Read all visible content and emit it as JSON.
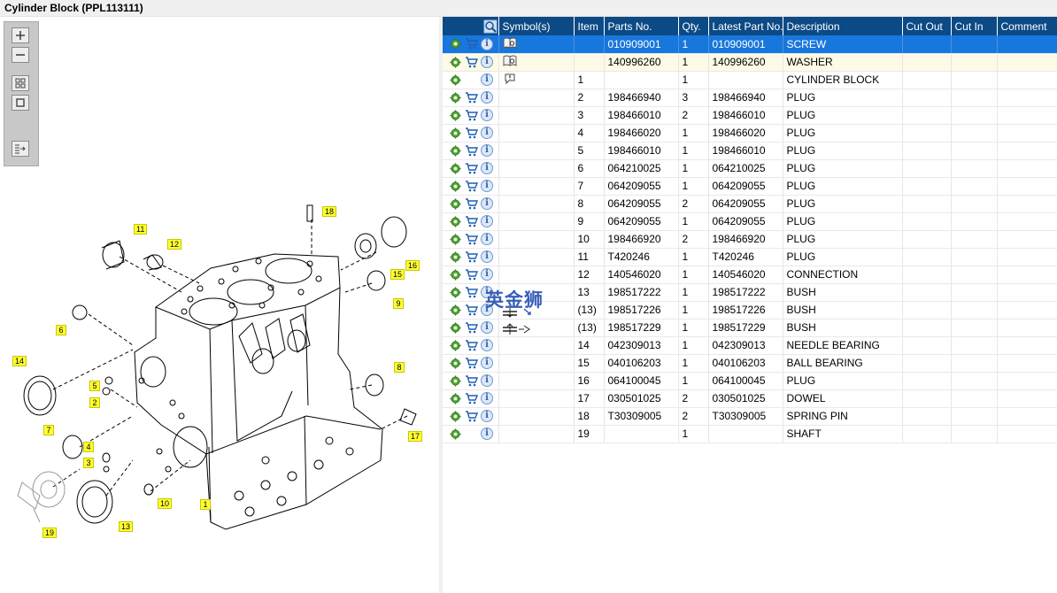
{
  "window": {
    "title": "Cylinder Block (PPL113111)"
  },
  "zoom_toolbar": {
    "buttons": [
      "zoom-in",
      "zoom-out",
      "fit-all",
      "fit-page",
      "export-list"
    ]
  },
  "drawing": {
    "callouts": [
      "1",
      "2",
      "3",
      "4",
      "5",
      "6",
      "7",
      "8",
      "9",
      "10",
      "11",
      "12",
      "13",
      "14",
      "15",
      "16",
      "17",
      "18",
      "19"
    ]
  },
  "table": {
    "headers": [
      "",
      "Symbol(s)",
      "Item",
      "Parts No.",
      "Qty.",
      "Latest Part No.",
      "Description",
      "Cut Out",
      "Cut In",
      "Comment"
    ],
    "rows": [
      {
        "item": "",
        "part": "010909001",
        "qty": "1",
        "latest": "010909001",
        "desc": "SCREW",
        "sym": "book",
        "cart": true,
        "selected": true
      },
      {
        "item": "",
        "part": "140996260",
        "qty": "1",
        "latest": "140996260",
        "desc": "WASHER",
        "sym": "book",
        "cart": true,
        "highlight": true
      },
      {
        "item": "1",
        "part": "",
        "qty": "1",
        "latest": "",
        "desc": "CYLINDER BLOCK",
        "sym": "note",
        "cart": false
      },
      {
        "item": "2",
        "part": "198466940",
        "qty": "3",
        "latest": "198466940",
        "desc": "PLUG",
        "sym": "",
        "cart": true
      },
      {
        "item": "3",
        "part": "198466010",
        "qty": "2",
        "latest": "198466010",
        "desc": "PLUG",
        "sym": "",
        "cart": true
      },
      {
        "item": "4",
        "part": "198466020",
        "qty": "1",
        "latest": "198466020",
        "desc": "PLUG",
        "sym": "",
        "cart": true
      },
      {
        "item": "5",
        "part": "198466010",
        "qty": "1",
        "latest": "198466010",
        "desc": "PLUG",
        "sym": "",
        "cart": true
      },
      {
        "item": "6",
        "part": "064210025",
        "qty": "1",
        "latest": "064210025",
        "desc": "PLUG",
        "sym": "",
        "cart": true
      },
      {
        "item": "7",
        "part": "064209055",
        "qty": "1",
        "latest": "064209055",
        "desc": "PLUG",
        "sym": "",
        "cart": true
      },
      {
        "item": "8",
        "part": "064209055",
        "qty": "2",
        "latest": "064209055",
        "desc": "PLUG",
        "sym": "",
        "cart": true
      },
      {
        "item": "9",
        "part": "064209055",
        "qty": "1",
        "latest": "064209055",
        "desc": "PLUG",
        "sym": "",
        "cart": true
      },
      {
        "item": "10",
        "part": "198466920",
        "qty": "2",
        "latest": "198466920",
        "desc": "PLUG",
        "sym": "",
        "cart": true
      },
      {
        "item": "11",
        "part": "T420246",
        "qty": "1",
        "latest": "T420246",
        "desc": "PLUG",
        "sym": "",
        "cart": true
      },
      {
        "item": "12",
        "part": "140546020",
        "qty": "1",
        "latest": "140546020",
        "desc": "CONNECTION",
        "sym": "",
        "cart": true
      },
      {
        "item": "13",
        "part": "198517222",
        "qty": "1",
        "latest": "198517222",
        "desc": "BUSH",
        "sym": "",
        "cart": true
      },
      {
        "item": "(13)",
        "part": "198517226",
        "qty": "1",
        "latest": "198517226",
        "desc": "BUSH",
        "sym": "",
        "cart": true
      },
      {
        "item": "(13)",
        "part": "198517229",
        "qty": "1",
        "latest": "198517229",
        "desc": "BUSH",
        "sym": "",
        "cart": true
      },
      {
        "item": "14",
        "part": "042309013",
        "qty": "1",
        "latest": "042309013",
        "desc": "NEEDLE BEARING",
        "sym": "",
        "cart": true
      },
      {
        "item": "15",
        "part": "040106203",
        "qty": "1",
        "latest": "040106203",
        "desc": "BALL BEARING",
        "sym": "",
        "cart": true
      },
      {
        "item": "16",
        "part": "064100045",
        "qty": "1",
        "latest": "064100045",
        "desc": "PLUG",
        "sym": "",
        "cart": true
      },
      {
        "item": "17",
        "part": "030501025",
        "qty": "2",
        "latest": "030501025",
        "desc": "DOWEL",
        "sym": "",
        "cart": true
      },
      {
        "item": "18",
        "part": "T30309005",
        "qty": "2",
        "latest": "T30309005",
        "desc": "SPRING PIN",
        "sym": "",
        "cart": true
      },
      {
        "item": "19",
        "part": "",
        "qty": "1",
        "latest": "",
        "desc": "SHAFT",
        "sym": "",
        "cart": false
      }
    ]
  },
  "watermark": {
    "text": "英金狮"
  },
  "colors": {
    "header": "#0c4a86",
    "selected": "#1877dd",
    "callout": "#ffff33"
  }
}
